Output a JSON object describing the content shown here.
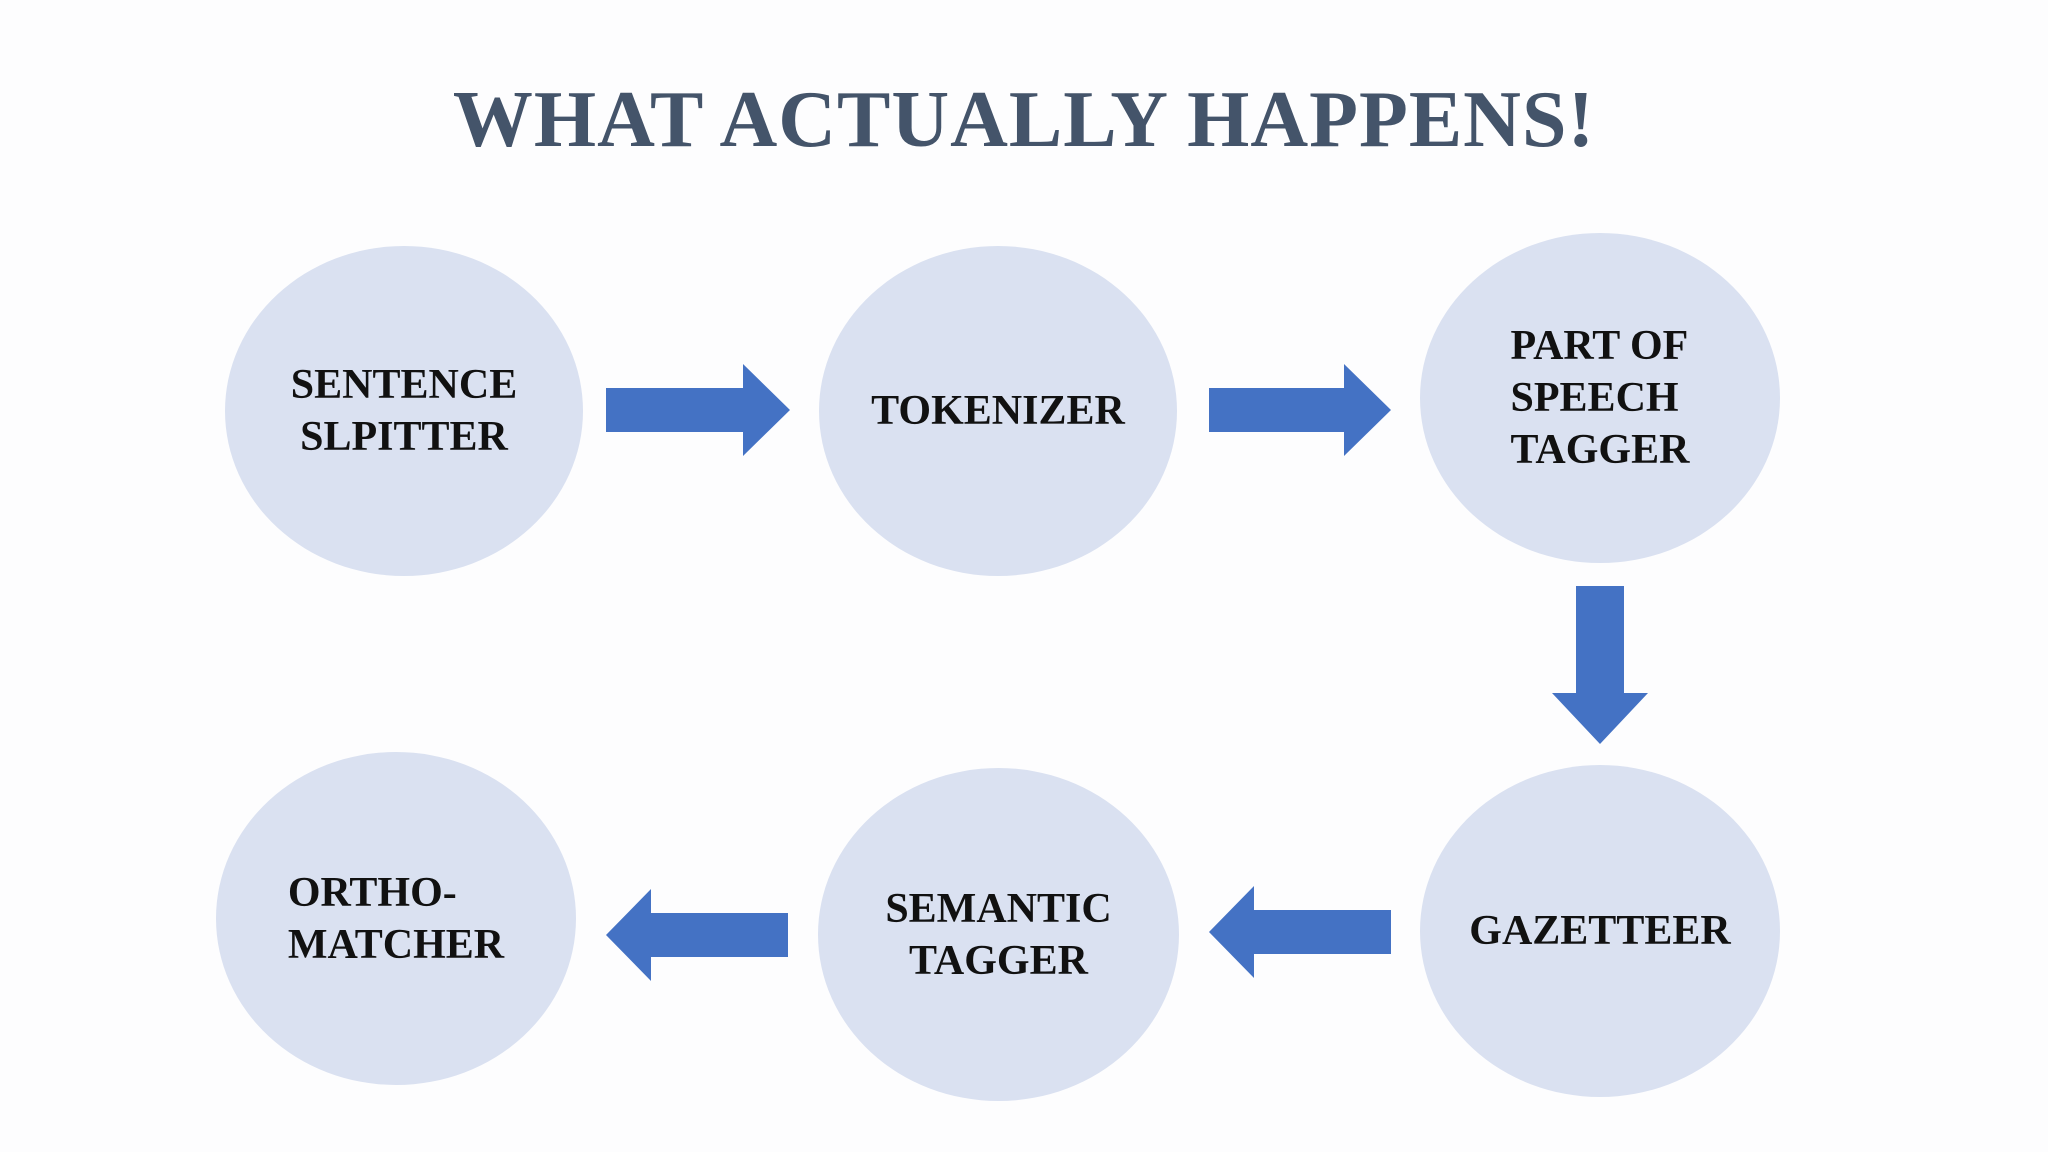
{
  "slide": {
    "title": "WHAT ACTUALLY HAPPENS!",
    "nodes": {
      "sentence_splitter": "SENTENCE\nSLPITTER",
      "tokenizer": "TOKENIZER",
      "pos_tagger": "PART OF\nSPEECH\nTAGGER",
      "gazetteer": "GAZETTEER",
      "semantic_tagger": "SEMANTIC\nTAGGER",
      "ortho_matcher": "ORTHO-\nMATCHER"
    }
  },
  "colors": {
    "title": "#44546a",
    "node_fill": "#dae1f1",
    "arrow_fill": "#4472c4",
    "node_text": "#111111"
  }
}
